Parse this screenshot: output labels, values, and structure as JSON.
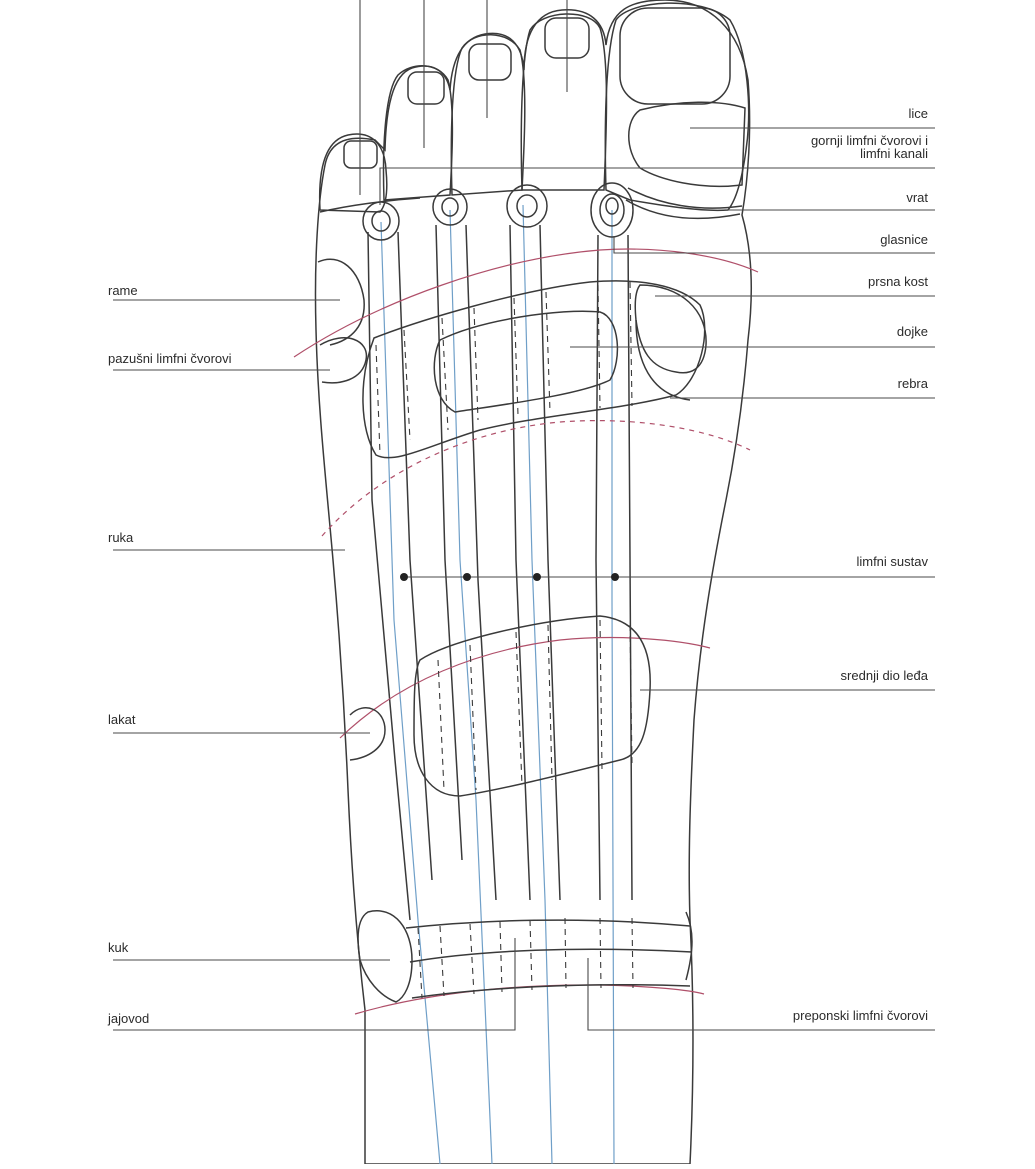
{
  "colors": {
    "skin": "#fbf7e6",
    "outline": "#3a3a3a",
    "blue_lines": "#6f9fc8",
    "red_lines": "#b0506a"
  },
  "labels": {
    "lice": "lice",
    "gornji_1": "gornji limfni čvorovi i",
    "gornji_2": "limfni kanali",
    "vrat": "vrat",
    "glasnice": "glasnice",
    "prsna_kost": "prsna kost",
    "dojke": "dojke",
    "rebra": "rebra",
    "limfni_sustav": "limfni sustav",
    "srednji_dio_leda": "srednji dio leđa",
    "preponski": "preponski limfni čvorovi",
    "rame": "rame",
    "pazusni": "pazušni limfni čvorovi",
    "ruka": "ruka",
    "lakat": "lakat",
    "kuk": "kuk",
    "jajovod": "jajovod"
  }
}
